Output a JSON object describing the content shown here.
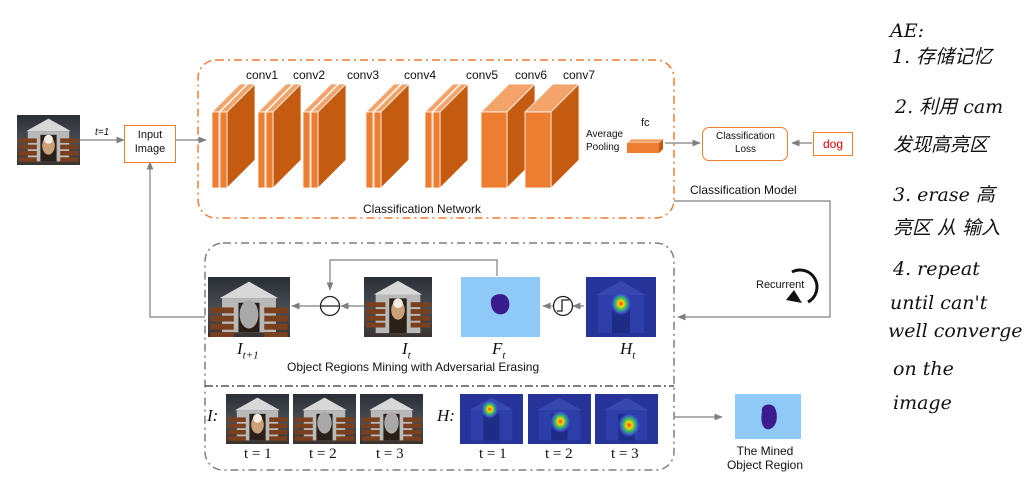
{
  "colors": {
    "layer_orange": "#ed7d31",
    "dog_red": "#e00000",
    "mask_blue": "#8ec9f7",
    "region_purple": "#3b1c8e",
    "line_gray": "#7f7f7f"
  },
  "input": {
    "t_label": "t=1",
    "box_label": "Input\nImage"
  },
  "network": {
    "layers": [
      "conv1",
      "conv2",
      "conv3",
      "conv4",
      "conv5",
      "conv6",
      "conv7"
    ],
    "pooling_label": "Average\nPooling",
    "fc_label": "fc",
    "title": "Classification Network"
  },
  "loss": {
    "box_label": "Classification\nLoss",
    "target_label": "dog"
  },
  "model_label": "Classification Model",
  "recurrent_label": "Recurrent",
  "mining": {
    "title": "Object Regions Mining with Adversarial Erasing",
    "labels": {
      "I_next": "I",
      "I_next_sub": "t+1",
      "I_t": "I",
      "I_t_sub": "t",
      "F_t": "F",
      "F_t_sub": "t",
      "H_t": "H",
      "H_t_sub": "t"
    }
  },
  "bottom": {
    "I_label": "I:",
    "H_label": "H:",
    "steps_I": [
      "t = 1",
      "t = 2",
      "t = 3"
    ],
    "steps_H": [
      "t = 1",
      "t = 2",
      "t = 3"
    ],
    "mined_label": "The Mined\nObject Region"
  },
  "handwritten_notes": [
    "AE:",
    "1. 存储记忆",
    "2. 利用 cam",
    "发现高亮区",
    "3. erase 高",
    "亮区 从 输入",
    "4. repeat",
    "until can't",
    "well converge",
    "on the",
    "image"
  ]
}
